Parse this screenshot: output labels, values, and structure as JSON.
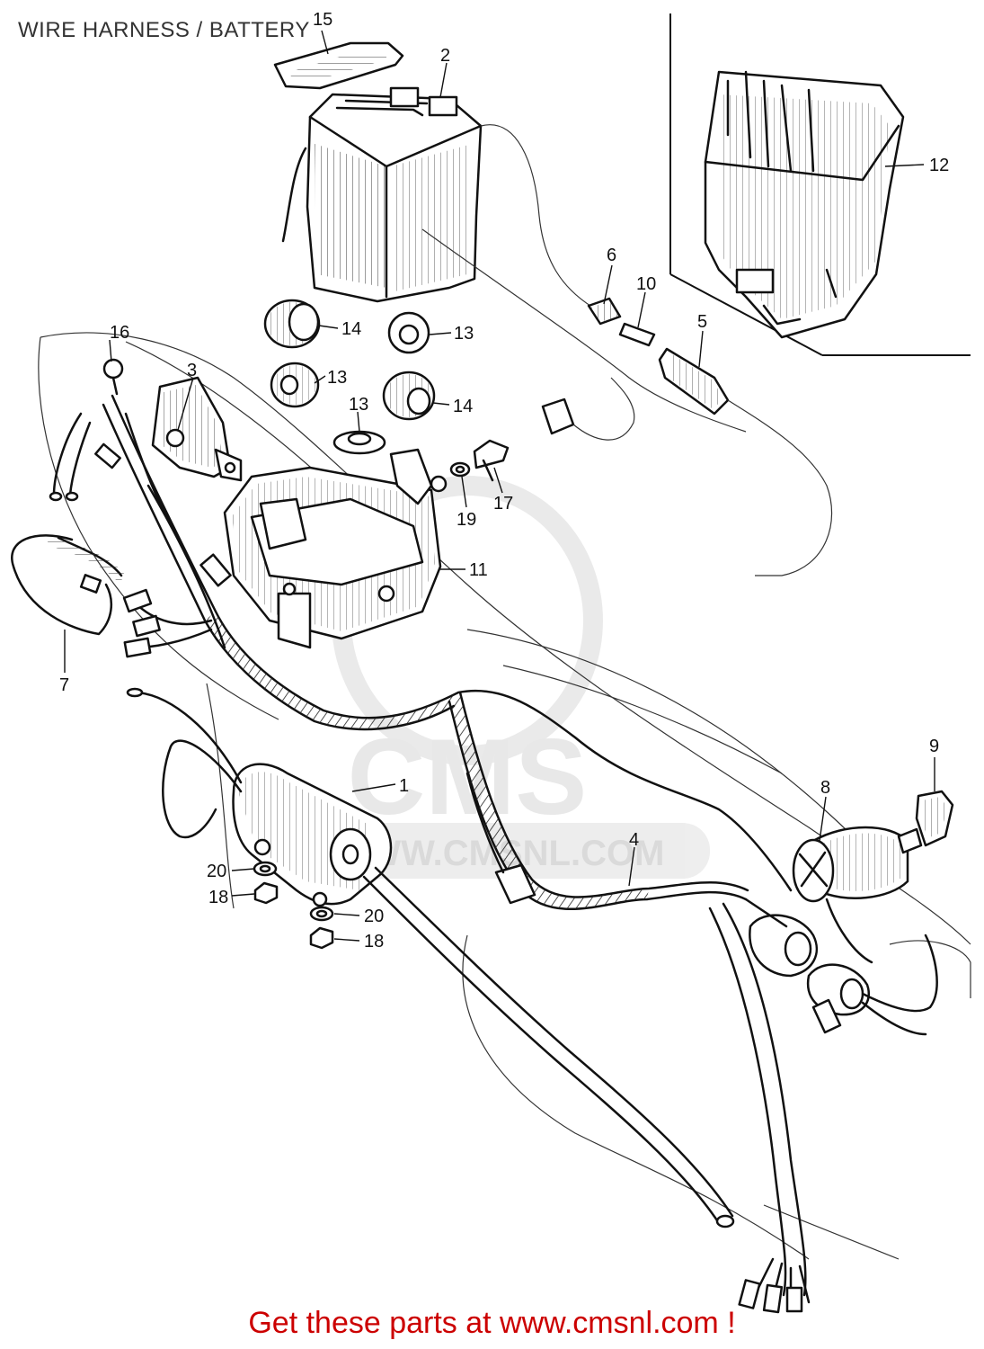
{
  "title": "WIRE HARNESS / BATTERY",
  "footer": "Get these parts at www.cmsnl.com !",
  "watermark": {
    "logo_text": "CMS",
    "url_text": "WWW.CMSNL.COM"
  },
  "callouts": {
    "c1": "1",
    "c2": "2",
    "c3": "3",
    "c4": "4",
    "c5": "5",
    "c6": "6",
    "c7": "7",
    "c8": "8",
    "c9": "9",
    "c10": "10",
    "c11": "11",
    "c12": "12",
    "c13a": "13",
    "c13b": "13",
    "c13c": "13",
    "c14a": "14",
    "c14b": "14",
    "c15": "15",
    "c16": "16",
    "c17": "17",
    "c18a": "18",
    "c18b": "18",
    "c19": "19",
    "c20a": "20",
    "c20b": "20"
  },
  "colors": {
    "footer_text": "#cc0000",
    "line_art": "#111111",
    "watermark": "#e6e6e6",
    "background": "#ffffff"
  }
}
